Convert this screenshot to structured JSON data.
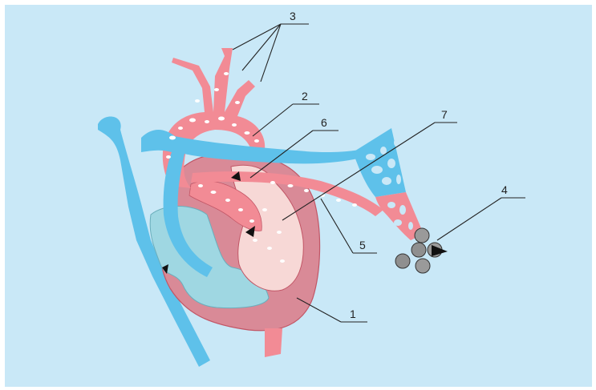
{
  "labels": {
    "n1": "1",
    "n2": "2",
    "n3": "3",
    "n4": "4",
    "n5": "5",
    "n6": "6",
    "n7": "7"
  },
  "colors": {
    "background": "#c9e8f7",
    "arterial": "#f28b95",
    "venous": "#5ec1ea",
    "heart_wall": "#d98a97",
    "left_ventricle": "#f7d8d6",
    "right_chambers": "#9fd7e2"
  }
}
